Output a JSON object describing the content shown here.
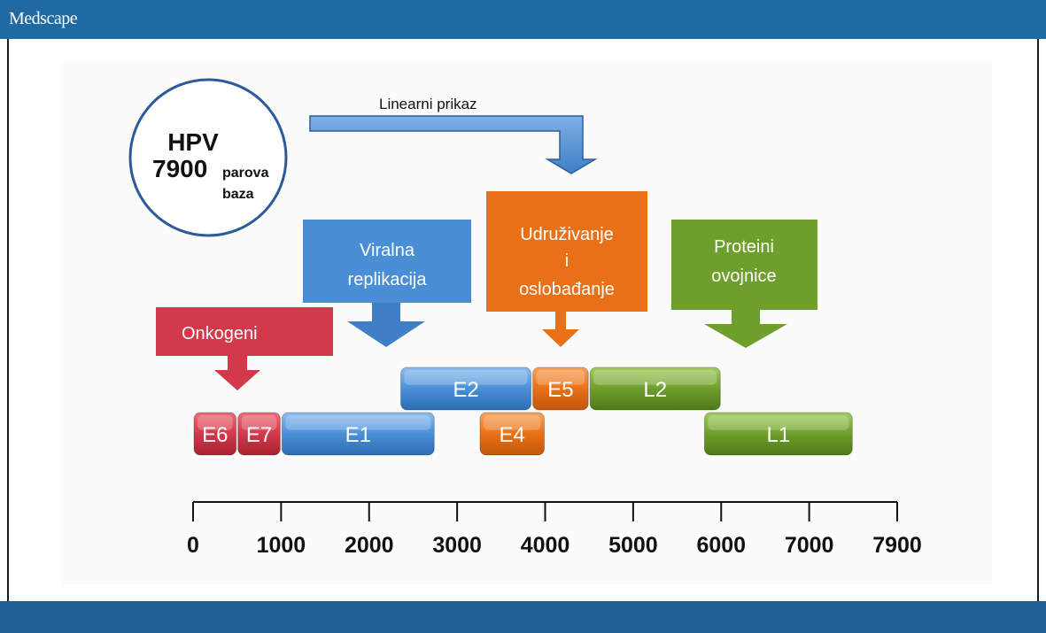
{
  "header": {
    "brand": "Medscape"
  },
  "diagram": {
    "genome_circle": {
      "title": "HPV",
      "size_number": "7900",
      "size_unit_line1": "parova",
      "size_unit_line2": "baza"
    },
    "linear_view_label": "Linearni prikaz",
    "categories": [
      {
        "id": "oncogenes",
        "label_lines": [
          "Onkogeni"
        ],
        "color": "#d23a4b"
      },
      {
        "id": "replication",
        "label_lines": [
          "Viralna",
          "replikacija"
        ],
        "color": "#4a8fd6"
      },
      {
        "id": "assembly",
        "label_lines": [
          "Udruživanje",
          "i",
          "oslobađanje"
        ],
        "color": "#e87117"
      },
      {
        "id": "capsid",
        "label_lines": [
          "Proteini",
          "ovojnice"
        ],
        "color": "#6e9e2c"
      }
    ],
    "genes": [
      {
        "name": "E6",
        "start": 0,
        "end": 500,
        "row": 2,
        "category": "oncogenes"
      },
      {
        "name": "E7",
        "start": 500,
        "end": 1000,
        "row": 2,
        "category": "oncogenes"
      },
      {
        "name": "E1",
        "start": 1000,
        "end": 2750,
        "row": 2,
        "category": "replication"
      },
      {
        "name": "E2",
        "start": 2350,
        "end": 3850,
        "row": 1,
        "category": "replication"
      },
      {
        "name": "E4",
        "start": 3250,
        "end": 4000,
        "row": 2,
        "category": "assembly"
      },
      {
        "name": "E5",
        "start": 3850,
        "end": 4500,
        "row": 1,
        "category": "assembly"
      },
      {
        "name": "L2",
        "start": 4500,
        "end": 6000,
        "row": 1,
        "category": "capsid"
      },
      {
        "name": "L1",
        "start": 5800,
        "end": 7500,
        "row": 2,
        "category": "capsid"
      }
    ],
    "axis": {
      "min": 0,
      "max": 8000,
      "ticks": [
        {
          "value": 0,
          "label": "0"
        },
        {
          "value": 1000,
          "label": "1000"
        },
        {
          "value": 2000,
          "label": "2000"
        },
        {
          "value": 3000,
          "label": "3000"
        },
        {
          "value": 4000,
          "label": "4000"
        },
        {
          "value": 5000,
          "label": "5000"
        },
        {
          "value": 6000,
          "label": "6000"
        },
        {
          "value": 7000,
          "label": "7000"
        },
        {
          "value": 8000,
          "label": "7900"
        }
      ]
    }
  }
}
